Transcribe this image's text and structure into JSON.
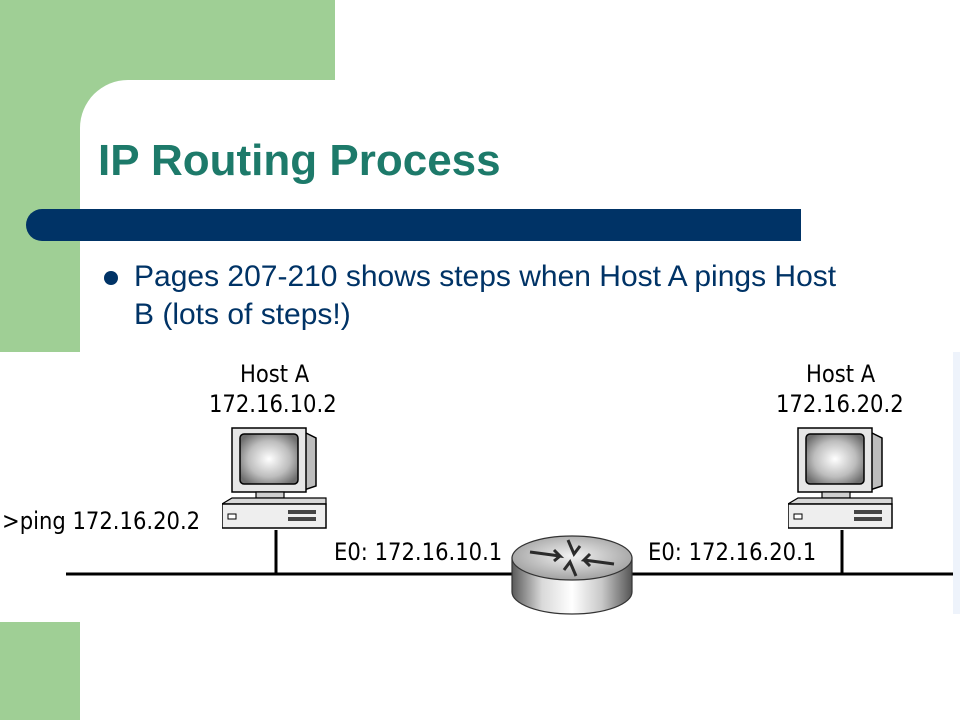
{
  "slide": {
    "title": "IP Routing Process",
    "bullet": "Pages 207-210 shows steps when Host A pings Host B (lots of steps!)"
  },
  "diagram": {
    "left_host": {
      "name": "Host A",
      "ip": "172.16.10.2"
    },
    "right_host": {
      "name": "Host A",
      "ip": "172.16.20.2"
    },
    "command": ">ping 172.16.20.2",
    "router_left_interface": "E0: 172.16.10.1",
    "router_right_interface": "E0: 172.16.20.1",
    "icons": [
      "computer-icon",
      "router-icon"
    ]
  },
  "colors": {
    "green_accent": "#9fcf95",
    "navy": "#003366",
    "title_teal": "#1d7a6a"
  }
}
